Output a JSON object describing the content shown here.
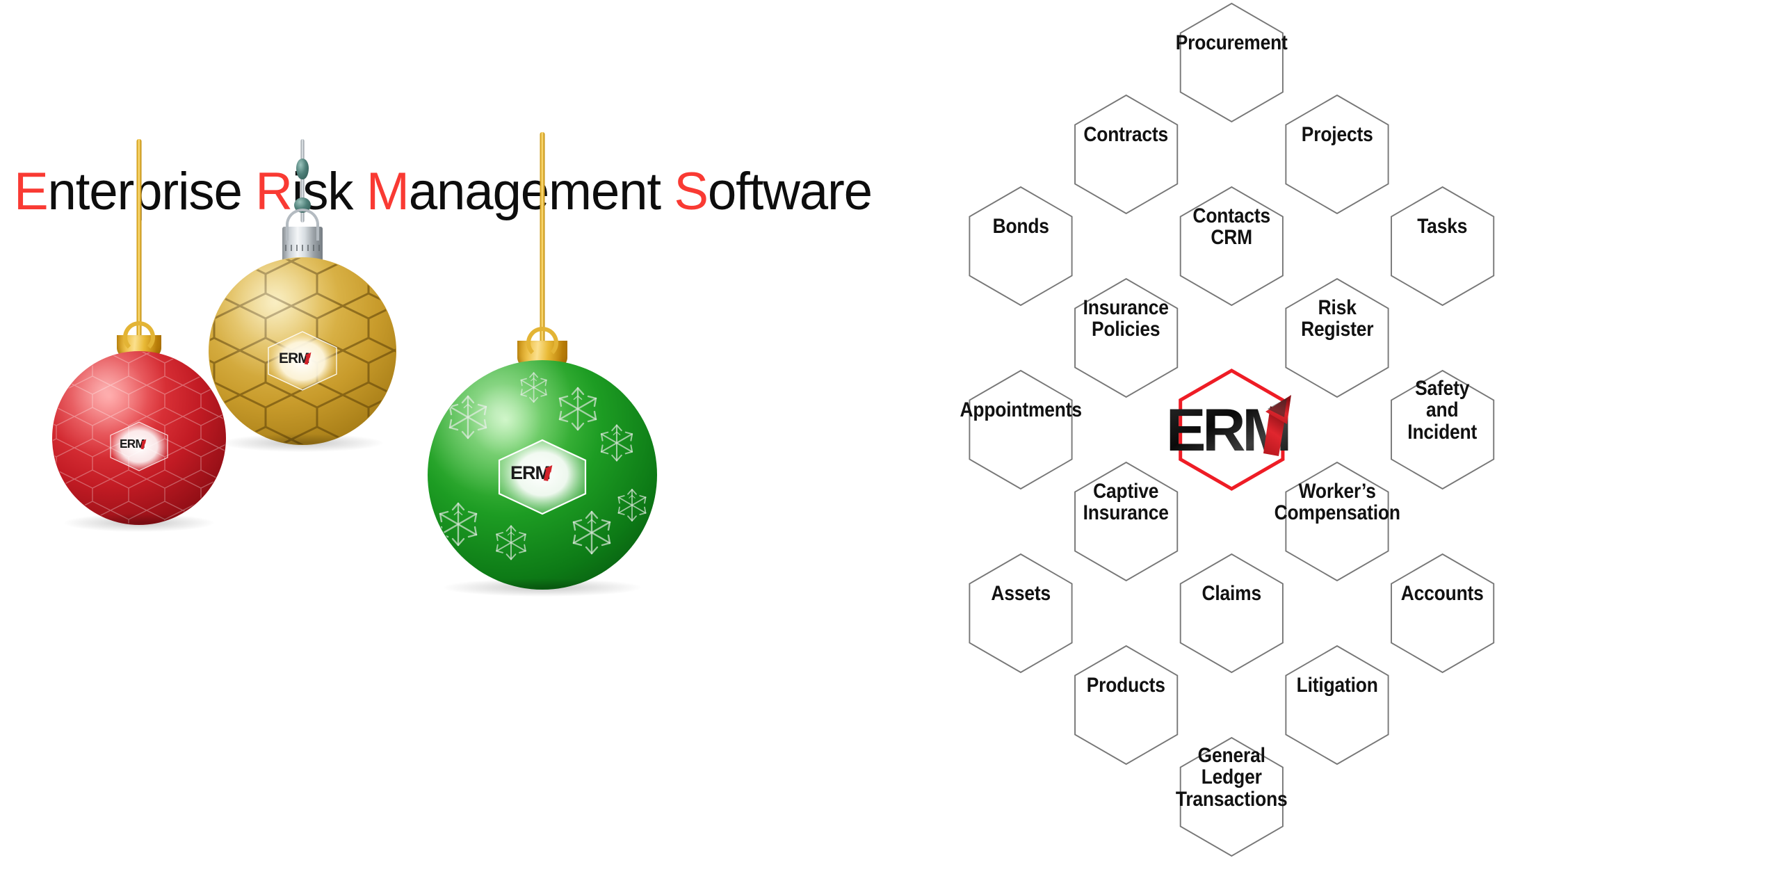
{
  "headline": {
    "segments": [
      {
        "text": "E",
        "highlight": true
      },
      {
        "text": "nterprise ",
        "highlight": false
      },
      {
        "text": "R",
        "highlight": true
      },
      {
        "text": "isk ",
        "highlight": false
      },
      {
        "text": "M",
        "highlight": true
      },
      {
        "text": "anagement ",
        "highlight": false
      },
      {
        "text": "S",
        "highlight": true
      },
      {
        "text": "oftware",
        "highlight": false
      }
    ],
    "full_text": "Enterprise Risk Management Software",
    "highlight_color": "#f93a33",
    "text_color": "#0d0d0d"
  },
  "ornaments": [
    {
      "id": "red-ornament",
      "color_name": "red",
      "ball_color": "#c8202b",
      "cap_style": "gold-cap",
      "cord_color": "#e3b435",
      "pattern": "hexagon-mesh",
      "logo": "ERM"
    },
    {
      "id": "gold-ornament",
      "color_name": "gold",
      "ball_color": "#d3a32e",
      "cap_style": "silver-cap",
      "cord_color": "#b9c0c6",
      "pattern": "hexagon-mesh",
      "logo": "ERM",
      "beads": [
        "teal-bead-round",
        "teal-bead-diamond"
      ]
    },
    {
      "id": "green-ornament",
      "color_name": "green",
      "ball_color": "#118a1d",
      "cap_style": "gold-cap",
      "cord_color": "#e3b435",
      "pattern": "snowflakes",
      "logo": "ERM"
    }
  ],
  "logo": {
    "text_dark": "ER",
    "text_accent": "M",
    "accent_color": "#d2232a",
    "dark_color": "#1a1a1a",
    "description": "ERM wordmark with rising red arrow forming the M"
  },
  "hexgrid": {
    "center": {
      "id": "center-erm",
      "label": "ERM",
      "border_color": "#ee1c25",
      "is_logo": true
    },
    "border_color": "#777777",
    "cells": [
      {
        "id": "procurement",
        "label": "Procurement",
        "col": 2,
        "row": 0
      },
      {
        "id": "contracts",
        "label": "Contracts",
        "col": 1,
        "row": 1
      },
      {
        "id": "projects",
        "label": "Projects",
        "col": 3,
        "row": 1
      },
      {
        "id": "bonds",
        "label": "Bonds",
        "col": 0,
        "row": 2
      },
      {
        "id": "contacts-crm",
        "label": "Contacts\nCRM",
        "col": 2,
        "row": 2
      },
      {
        "id": "tasks",
        "label": "Tasks",
        "col": 4,
        "row": 2
      },
      {
        "id": "insurance-policies",
        "label": "Insurance\nPolicies",
        "col": 1,
        "row": 3
      },
      {
        "id": "risk-register",
        "label": "Risk\nRegister",
        "col": 3,
        "row": 3
      },
      {
        "id": "appointments",
        "label": "Appointments",
        "col": 0,
        "row": 4
      },
      {
        "id": "erm-center",
        "label": "ERM",
        "col": 2,
        "row": 4
      },
      {
        "id": "safety-incident",
        "label": "Safety\nand\nIncident",
        "col": 4,
        "row": 4
      },
      {
        "id": "captive-insurance",
        "label": "Captive\nInsurance",
        "col": 1,
        "row": 5
      },
      {
        "id": "workers-compensation",
        "label": "Worker’s\nCompensation",
        "col": 3,
        "row": 5
      },
      {
        "id": "assets",
        "label": "Assets",
        "col": 0,
        "row": 6
      },
      {
        "id": "claims",
        "label": "Claims",
        "col": 2,
        "row": 6
      },
      {
        "id": "accounts",
        "label": "Accounts",
        "col": 4,
        "row": 6
      },
      {
        "id": "products",
        "label": "Products",
        "col": 1,
        "row": 7
      },
      {
        "id": "litigation",
        "label": "Litigation",
        "col": 3,
        "row": 7
      },
      {
        "id": "general-ledger-transactions",
        "label": "General\nLedger\nTransactions",
        "col": 2,
        "row": 8
      }
    ]
  }
}
